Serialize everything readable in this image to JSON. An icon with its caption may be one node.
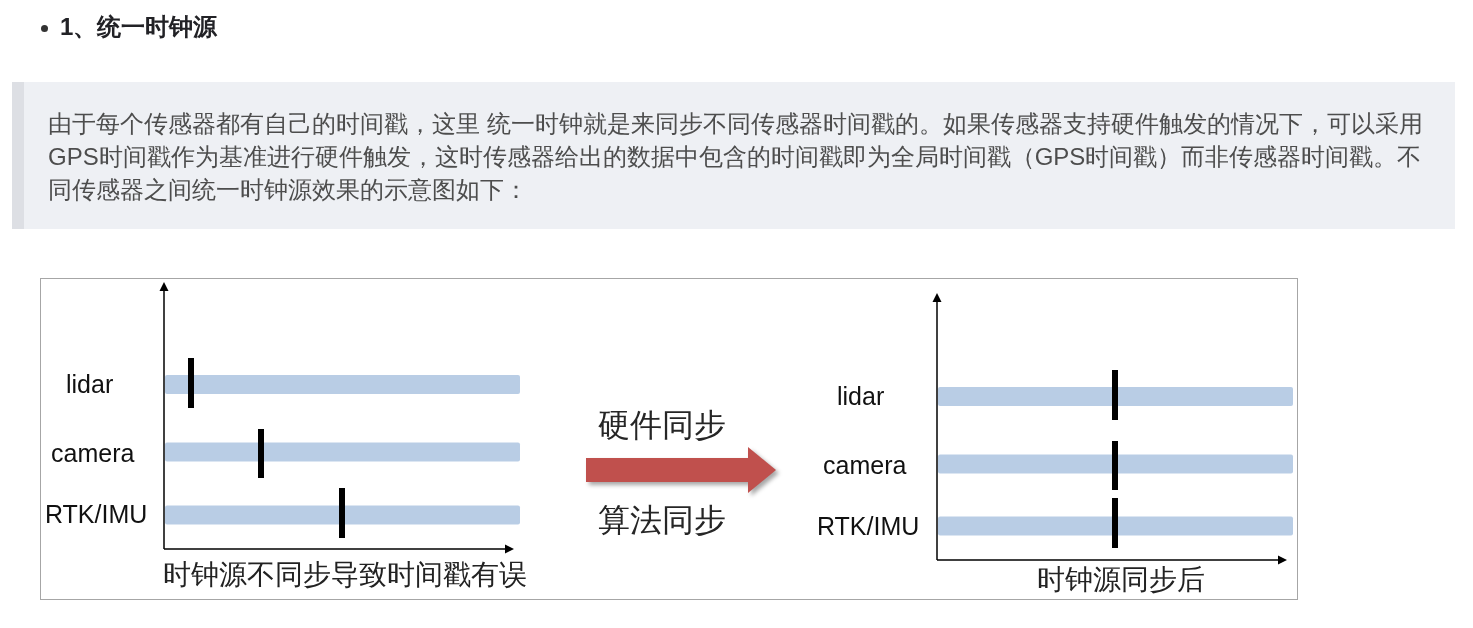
{
  "diagram": {
    "title": "1、统一时钟源",
    "nodes": [
      {
        "text": [
          "由于每个传感器都有自己的时间戳，这里 统一时钟就是来同步不同传感器时间戳的。如果传感器支持硬件触发的情况下，可以采用GPS时间戳作为基准进行硬件触发，这时传感器给出的数据中包含的时间戳即为全局时间戳（GPS时间戳）而非传感器时间戳。不同传感器之间统一时钟源效果的示意图如下："
        ]
      },
      {
        "text": [],
        "shape": "box"
      },
      {
        "text": [
          "lidar",
          "camera",
          "RTK/IMU",
          "时钟源不同步导致时间戳有误"
        ],
        "in": 1
      },
      {
        "text": [
          "lidar",
          "camera",
          "RTK/IMU",
          "时钟源同步后"
        ],
        "in": 1
      }
    ],
    "edges": [
      {
        "from": 2,
        "to": 3,
        "arrow": "to",
        "label": "硬件同步"
      }
    ],
    "labels": [
      "算法同步"
    ]
  }
}
